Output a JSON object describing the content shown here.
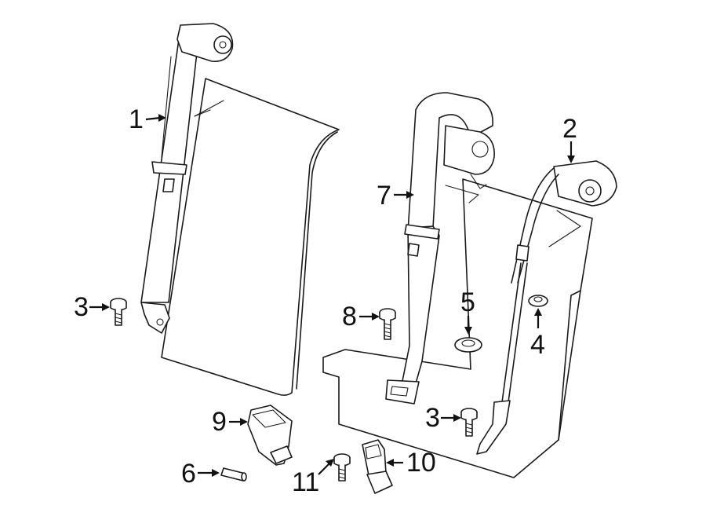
{
  "diagram": {
    "colors": {
      "line": "#1a1a1a",
      "fill": "#ffffff",
      "text": "#111111"
    },
    "callouts": [
      {
        "id": "1",
        "label": "1"
      },
      {
        "id": "2",
        "label": "2"
      },
      {
        "id": "3a",
        "label": "3"
      },
      {
        "id": "3b",
        "label": "3"
      },
      {
        "id": "4",
        "label": "4"
      },
      {
        "id": "5",
        "label": "5"
      },
      {
        "id": "6",
        "label": "6"
      },
      {
        "id": "7",
        "label": "7"
      },
      {
        "id": "8",
        "label": "8"
      },
      {
        "id": "9",
        "label": "9"
      },
      {
        "id": "10",
        "label": "10"
      },
      {
        "id": "11",
        "label": "11"
      }
    ]
  }
}
